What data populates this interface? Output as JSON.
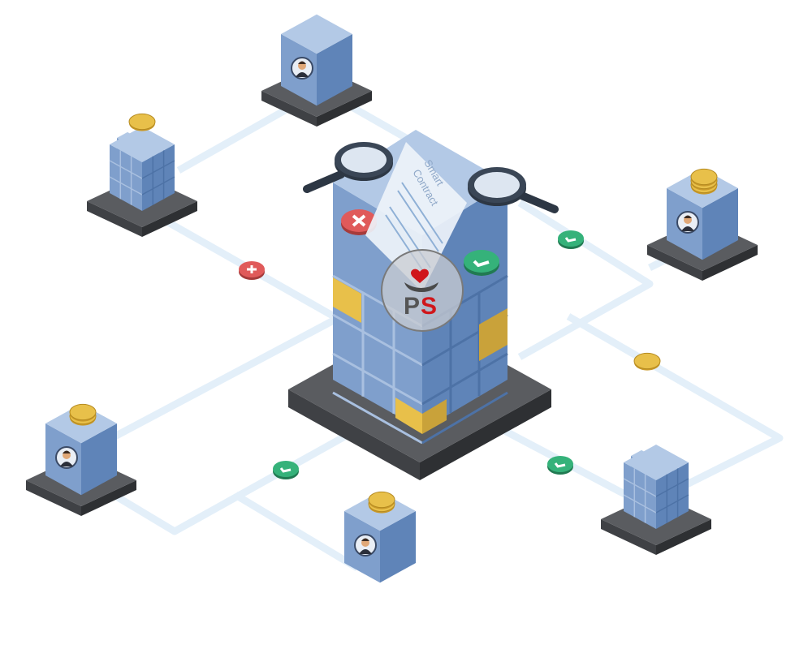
{
  "illustration": {
    "contract": {
      "title_line1": "Smart",
      "title_line2": "Contract"
    },
    "logo": {
      "letter_p": "P",
      "letter_s": "S",
      "p_color": "#555555",
      "s_color": "#d0161b",
      "heart_color": "#d0161b"
    },
    "colors": {
      "path": "#e3eff9",
      "cube_top": "#b3c9e6",
      "cube_left": "#7f9fcc",
      "cube_right": "#5f84b8",
      "platform_top": "#5a5c60",
      "platform_side": "#3f4145",
      "gold": "#e8c04a",
      "reject": "#e05a5a",
      "approve": "#35b27a",
      "magnifier": "#2d3744"
    },
    "badges": [
      {
        "type": "plus",
        "icon": "plus-icon"
      },
      {
        "type": "check",
        "icon": "check-icon"
      },
      {
        "type": "check",
        "icon": "check-icon"
      },
      {
        "type": "check",
        "icon": "check-icon"
      },
      {
        "type": "coin",
        "icon": "coin-icon"
      }
    ]
  }
}
